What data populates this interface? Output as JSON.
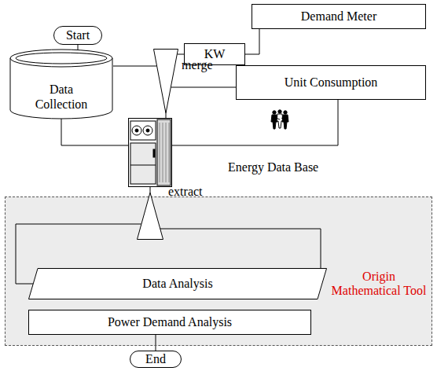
{
  "diagram": {
    "nodes": [
      {
        "text": [
          "Start"
        ]
      },
      {
        "text": [
          "Data Collection"
        ]
      },
      {
        "text": [
          "Demand Meter"
        ]
      },
      {
        "text": [
          "KW"
        ]
      },
      {
        "text": [
          "merge"
        ]
      },
      {
        "text": [
          "Unit Consumption"
        ]
      },
      {
        "text": [
          "Energy Data Base"
        ]
      },
      {
        "text": [
          "Origin Mathematical Tool"
        ]
      },
      {
        "text": [
          "extract"
        ],
        "in": 7
      },
      {
        "text": [
          "Data Analysis"
        ],
        "in": 7
      },
      {
        "text": [
          "Power Demand Analysis"
        ],
        "in": 7
      },
      {
        "text": [
          "End"
        ]
      }
    ],
    "edges": [
      {
        "from": 0,
        "to": 1,
        "arrow": "none"
      },
      {
        "from": 1,
        "to": 4,
        "arrow": "none"
      },
      {
        "from": 2,
        "to": 3,
        "arrow": "none"
      },
      {
        "from": 3,
        "to": 4,
        "arrow": "none"
      },
      {
        "from": 4,
        "to": 5,
        "arrow": "none"
      },
      {
        "from": 4,
        "to": 6,
        "arrow": "none"
      },
      {
        "from": 1,
        "to": 6,
        "arrow": "none"
      },
      {
        "from": 5,
        "to": 6,
        "arrow": "none"
      },
      {
        "from": 6,
        "to": 8,
        "arrow": "none"
      },
      {
        "from": 8,
        "to": 9,
        "arrow": "none"
      },
      {
        "from": 8,
        "to": 9,
        "arrow": "none"
      },
      {
        "from": 10,
        "to": 11,
        "arrow": "none"
      }
    ]
  }
}
